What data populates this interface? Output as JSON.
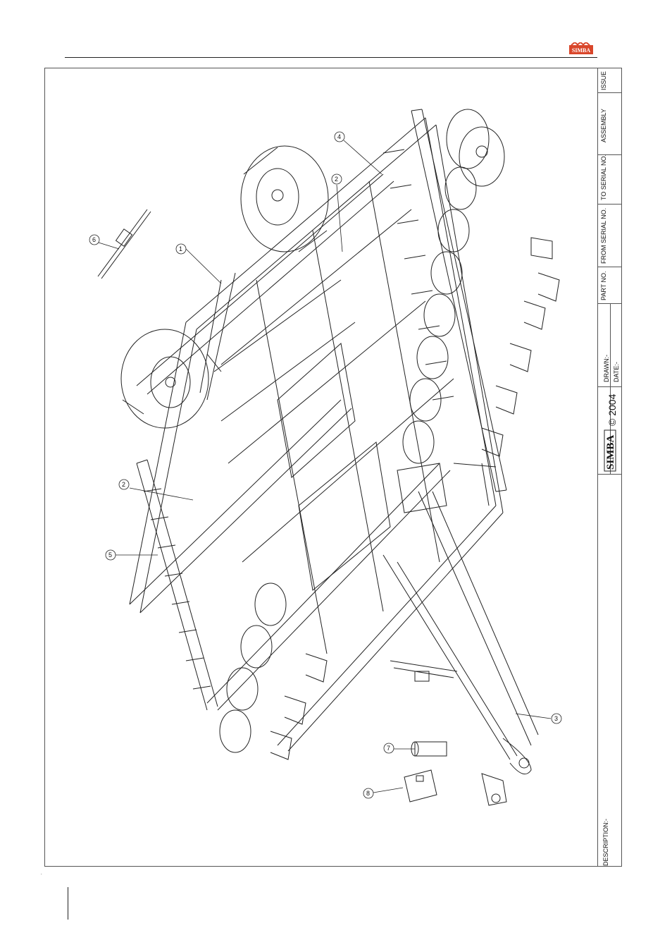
{
  "title_block": {
    "issue": "ISSUE",
    "assembly": "ASSEMBLY",
    "to_serial": "TO SERIAL NO.",
    "from_serial": "FROM SERIAL NO.",
    "part_no": "PART NO.",
    "drawn": "DRAWN:-",
    "date": "DATE:-",
    "brand": "SIMBA",
    "copyright": "© 2004",
    "description": "DESCRIPTION:-"
  },
  "header": {
    "logo_text": "SIMBA",
    "logo_color": "#d9462a"
  },
  "callouts": [
    "1",
    "2",
    "2",
    "3",
    "4",
    "5",
    "6",
    "7",
    "8"
  ]
}
